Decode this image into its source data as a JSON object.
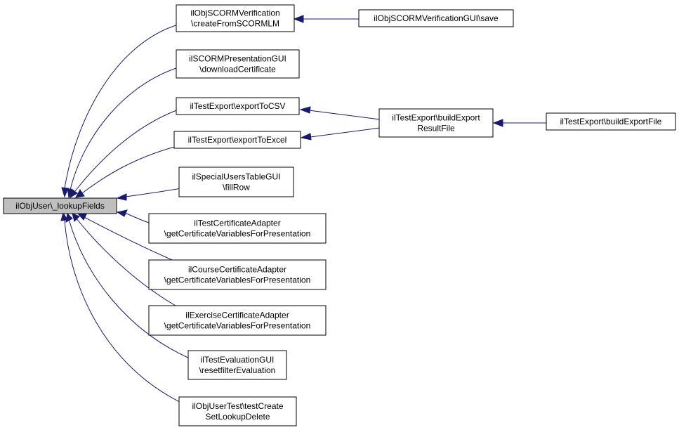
{
  "colors": {
    "edge": "#191970",
    "focus_fill": "#bfbfbf",
    "node_fill": "#ffffff",
    "border": "#000000"
  },
  "nodes": [
    {
      "id": "lookup",
      "lines": [
        "ilObjUser\\_lookupFields"
      ],
      "focus": true
    },
    {
      "id": "scormVerif",
      "lines": [
        "ilObjSCORMVerification",
        "\\createFromSCORMLM"
      ]
    },
    {
      "id": "scormVerifGui",
      "lines": [
        "ilObjSCORMVerificationGUI\\save"
      ]
    },
    {
      "id": "scormPres",
      "lines": [
        "ilSCORMPresentationGUI",
        "\\downloadCertificate"
      ]
    },
    {
      "id": "csv",
      "lines": [
        "ilTestExport\\exportToCSV"
      ]
    },
    {
      "id": "excel",
      "lines": [
        "ilTestExport\\exportToExcel"
      ]
    },
    {
      "id": "buildResult",
      "lines": [
        "ilTestExport\\buildExport",
        "ResultFile"
      ]
    },
    {
      "id": "buildFile",
      "lines": [
        "ilTestExport\\buildExportFile"
      ]
    },
    {
      "id": "special",
      "lines": [
        "ilSpecialUsersTableGUI",
        "\\fillRow"
      ]
    },
    {
      "id": "testCert",
      "lines": [
        "ilTestCertificateAdapter",
        "\\getCertificateVariablesForPresentation"
      ]
    },
    {
      "id": "courseCert",
      "lines": [
        "ilCourseCertificateAdapter",
        "\\getCertificateVariablesForPresentation"
      ]
    },
    {
      "id": "exerciseCert",
      "lines": [
        "ilExerciseCertificateAdapter",
        "\\getCertificateVariablesForPresentation"
      ]
    },
    {
      "id": "evalGui",
      "lines": [
        "ilTestEvaluationGUI",
        "\\resetfilterEvaluation"
      ]
    },
    {
      "id": "userTest",
      "lines": [
        "ilObjUserTest\\testCreate",
        "SetLookupDelete"
      ]
    }
  ],
  "edges": [
    {
      "from": "scormVerif",
      "to": "lookup"
    },
    {
      "from": "scormPres",
      "to": "lookup"
    },
    {
      "from": "csv",
      "to": "lookup"
    },
    {
      "from": "excel",
      "to": "lookup"
    },
    {
      "from": "special",
      "to": "lookup"
    },
    {
      "from": "testCert",
      "to": "lookup"
    },
    {
      "from": "courseCert",
      "to": "lookup"
    },
    {
      "from": "exerciseCert",
      "to": "lookup"
    },
    {
      "from": "evalGui",
      "to": "lookup"
    },
    {
      "from": "userTest",
      "to": "lookup"
    },
    {
      "from": "scormVerifGui",
      "to": "scormVerif"
    },
    {
      "from": "buildResult",
      "to": "csv"
    },
    {
      "from": "buildResult",
      "to": "excel"
    },
    {
      "from": "buildFile",
      "to": "buildResult"
    }
  ]
}
